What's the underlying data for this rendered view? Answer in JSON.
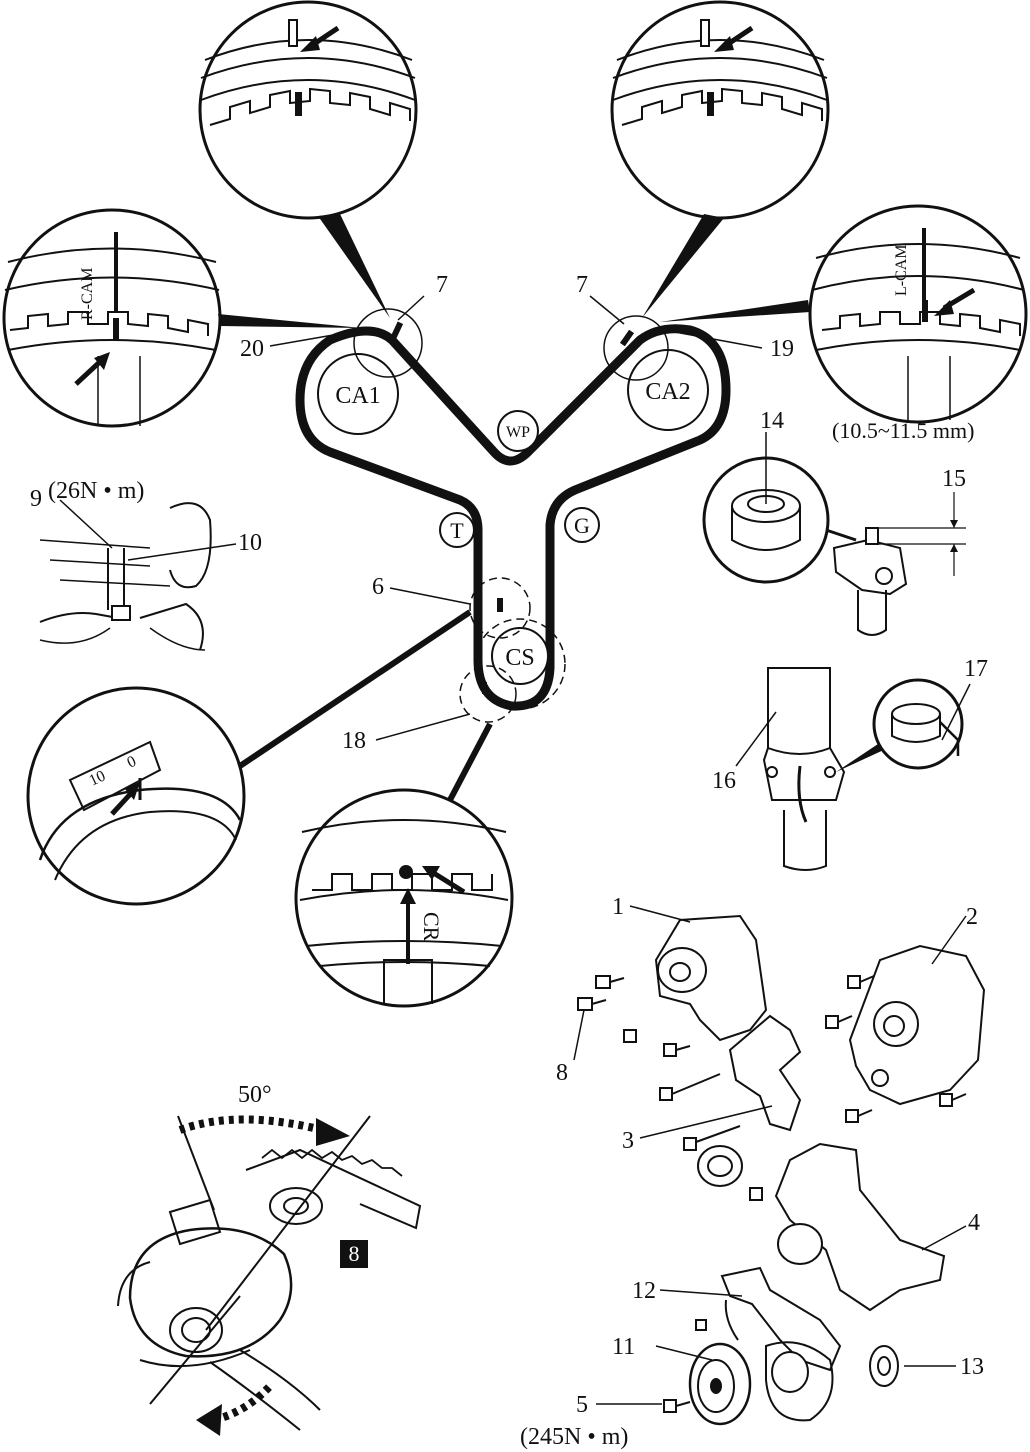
{
  "pulleys": {
    "cam1": "CA1",
    "cam2": "CA2",
    "water_pump": "WP",
    "tensioner": "T",
    "idler": "G",
    "crankshaft": "CS"
  },
  "mark_texts": {
    "right_cam": "R-CAM",
    "left_cam": "L-CAM",
    "crank": "CR",
    "scale_10": "10",
    "scale_0": "0"
  },
  "callouts": {
    "c1": "1",
    "c2": "2",
    "c3": "3",
    "c4": "4",
    "c5": "5",
    "c6": "6",
    "c7a": "7",
    "c7b": "7",
    "c8": "8",
    "c9": "9",
    "c10": "10",
    "c11": "11",
    "c12": "12",
    "c13": "13",
    "c14": "14",
    "c15": "15",
    "c16": "16",
    "c17": "17",
    "c18": "18",
    "c19": "19",
    "c20": "20"
  },
  "specs": {
    "gap": "(10.5~11.5 mm)",
    "torque_small": "(26N • m)",
    "torque_large": "(245N • m)",
    "angle": "50°",
    "boxed_label": "8"
  },
  "colors": {
    "ink": "#111111",
    "paper": "#ffffff"
  }
}
